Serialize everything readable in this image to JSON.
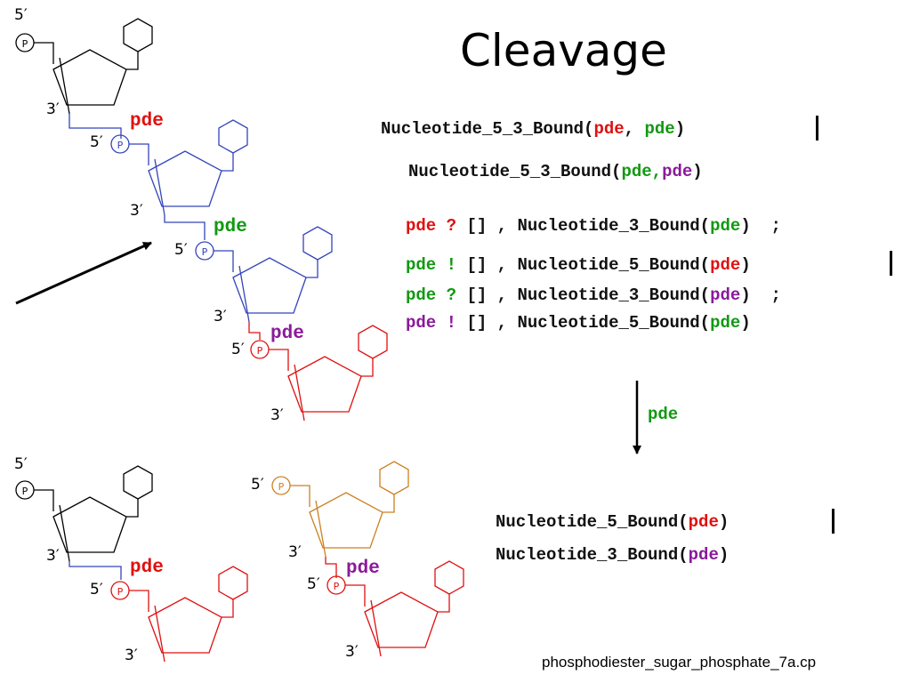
{
  "title": "Cleavage",
  "labels": {
    "five_prime": "5′",
    "three_prime": "3′",
    "phosphate": "P",
    "pde": "pde"
  },
  "reaction": {
    "line1": {
      "name": "Nucleotide_5_3_Bound",
      "open": "(",
      "arg1": "pde",
      "sep": ", ",
      "arg2": "pde",
      "close": ")"
    },
    "line2": {
      "name": "Nucleotide_5_3_Bound",
      "open": "(",
      "arg1": "pde",
      "sep": ",",
      "arg2": "pde",
      "close": ")"
    },
    "line3": {
      "pde": "pde",
      "op": "?",
      "rest": "[] , Nucleotide_3_Bound(",
      "arg": "pde",
      "close": ")",
      "term": ";"
    },
    "line4": {
      "pde": "pde",
      "op": "!",
      "rest": "[] , Nucleotide_5_Bound(",
      "arg": "pde",
      "close": ")"
    },
    "line5": {
      "pde": "pde",
      "op": "?",
      "rest": "[] , Nucleotide_3_Bound(",
      "arg": "pde",
      "close": ")",
      "term": ";"
    },
    "line6": {
      "pde": "pde",
      "op": "!",
      "rest": "[] , Nucleotide_5_Bound(",
      "arg": "pde",
      "close": ")"
    },
    "arrow_label": "pde",
    "result1": {
      "name": "Nucleotide_5_Bound(",
      "arg": "pde",
      "close": ")"
    },
    "result2": {
      "name": "Nucleotide_3_Bound(",
      "arg": "pde",
      "close": ")"
    }
  },
  "footer": "phosphodiester_sugar_phosphate_7a.cp",
  "colors": {
    "black": "#000000",
    "blue": "#3344bb",
    "red": "#e01010",
    "orange": "#cc8022",
    "green": "#119911",
    "purple": "#8a1a9a"
  }
}
